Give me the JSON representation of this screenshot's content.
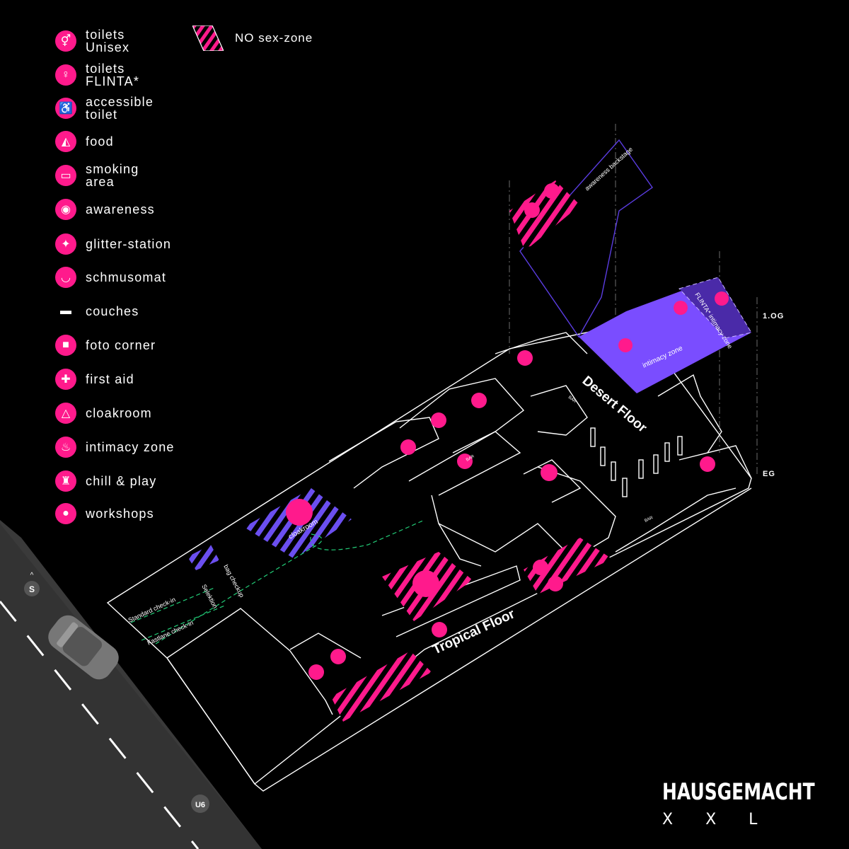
{
  "legend": {
    "items": [
      {
        "icon": "toilets-unisex-icon",
        "label": "toilets\nUnisex"
      },
      {
        "icon": "toilets-flinta-icon",
        "label": "toilets\nFLINTA*"
      },
      {
        "icon": "accessible-toilet-icon",
        "label": "accessible\ntoilet"
      },
      {
        "icon": "food-icon",
        "label": "food"
      },
      {
        "icon": "smoking-area-icon",
        "label": "smoking\narea"
      },
      {
        "icon": "awareness-icon",
        "label": "awareness"
      },
      {
        "icon": "glitter-station-icon",
        "label": "glitter-station"
      },
      {
        "icon": "schmusomat-icon",
        "label": "schmusomat"
      },
      {
        "icon": "couches-icon",
        "label": "couches"
      },
      {
        "icon": "foto-corner-icon",
        "label": "foto corner"
      },
      {
        "icon": "first-aid-icon",
        "label": "first aid"
      },
      {
        "icon": "cloakroom-icon",
        "label": "cloakroom"
      },
      {
        "icon": "intimacy-zone-icon",
        "label": "intimacy zone"
      },
      {
        "icon": "chill-play-icon",
        "label": "chill & play"
      },
      {
        "icon": "workshops-icon",
        "label": "workshops"
      }
    ],
    "no_sex_zone": "NO sex-zone"
  },
  "floors": {
    "upper": "1.OG",
    "ground": "EG"
  },
  "map_labels": {
    "desert_floor": "Desert Floor",
    "tropical_floor": "Tropical Floor",
    "cloakroom": "cloakroom",
    "intimacy_zone": "intimacy zone",
    "flinta_intimacy_zone": "FLINTA*\nintimacy zone",
    "awareness_backstage": "awareness\nbackstage",
    "standard_checkin": "Standard check-in",
    "fastlane_checkin": "Fastlane check-in",
    "selektion": "Selektion",
    "bag_checkup": "bag checkup",
    "bar1": "BAR",
    "bar2": "BAR",
    "bar3": "BAR"
  },
  "transit": {
    "metro": "U6"
  },
  "brand": {
    "name": "HAUSGEMACHT",
    "sub": "XXL"
  },
  "colors": {
    "accent": "#ff1a8c",
    "purple": "#7a4dff",
    "purple_dark": "#4a2aa8",
    "background": "#000000",
    "road": "#3a3a3a"
  }
}
